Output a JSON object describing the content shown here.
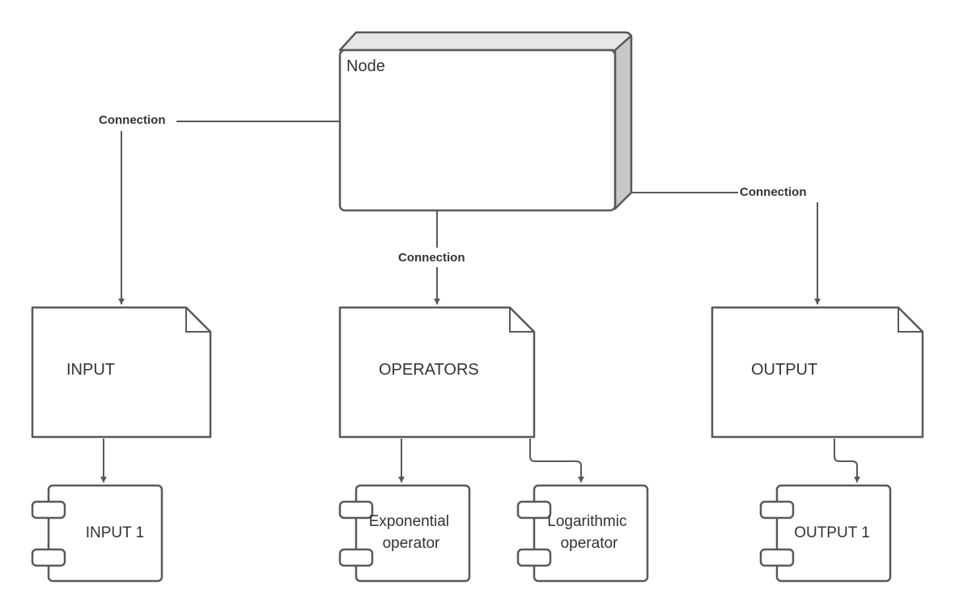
{
  "node": {
    "label": "Node"
  },
  "connections": {
    "left": "Connection",
    "center": "Connection",
    "right": "Connection"
  },
  "documents": {
    "input": "INPUT",
    "operators": "OPERATORS",
    "output": "OUTPUT"
  },
  "components": {
    "input1": {
      "lines": [
        "INPUT 1"
      ]
    },
    "exponential": {
      "lines": [
        "Exponential",
        "operator"
      ]
    },
    "logarithmic": {
      "lines": [
        "Logarithmic",
        "operator"
      ]
    },
    "output1": {
      "lines": [
        "OUTPUT 1"
      ]
    }
  },
  "colors": {
    "stroke": "#595959",
    "node_top": "#e6e6e6",
    "node_side": "#c8c8c8",
    "text": "#333333",
    "background": "#ffffff"
  }
}
